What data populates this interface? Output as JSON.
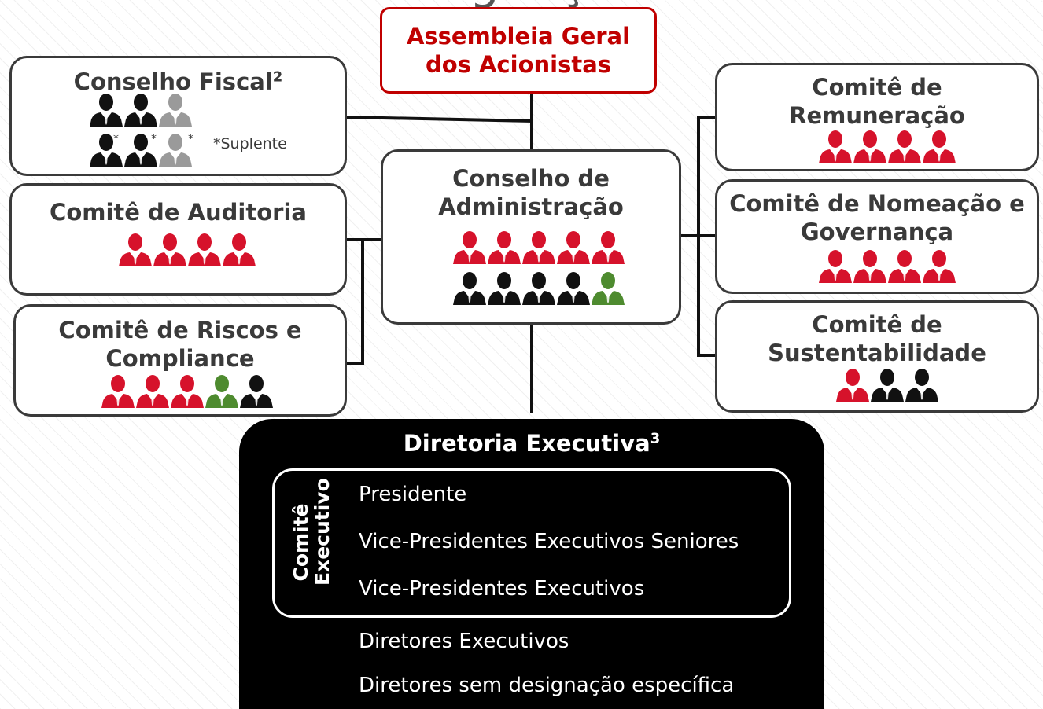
{
  "diagram": {
    "header_partial": "g e ç",
    "assembly": {
      "title": "Assembleia Geral dos Acionistas"
    },
    "fiscal": {
      "title": "Conselho Fiscal",
      "note_marker": "2",
      "alternate_mark": "*",
      "alternate_note": "*Suplente"
    },
    "audit": {
      "title": "Comitê de Auditoria"
    },
    "risk": {
      "title": "Comitê de Riscos e Compliance"
    },
    "board": {
      "title": "Conselho de Administração"
    },
    "remuneration": {
      "title": "Comitê de Remuneração"
    },
    "nomination": {
      "title": "Comitê de Nomeação e Governança"
    },
    "sustainability": {
      "title": "Comitê de Sustentabilidade"
    },
    "executive_board": {
      "title": "Diretoria Executiva",
      "note_marker": "3",
      "committee_label": "Comitê Executivo",
      "committee_roles": [
        "Presidente",
        "Vice-Presidentes Executivos Seniores",
        "Vice-Presidentes Executivos"
      ],
      "other_roles": [
        "Diretores Executivos",
        "Diretores sem designação específica"
      ]
    }
  },
  "colors": {
    "red": "#c00000",
    "person_red": "#d6122b",
    "person_black": "#111111",
    "person_gray": "#9a9a9a",
    "person_green": "#4e8b2f",
    "border": "#3a3a3a"
  },
  "person_icon": "person-bust-icon",
  "members": {
    "fiscal_row1": [
      "black",
      "black",
      "gray"
    ],
    "fiscal_row2": [
      "black",
      "black",
      "gray"
    ],
    "audit": [
      "red",
      "red",
      "red",
      "red"
    ],
    "risk": [
      "red",
      "red",
      "red",
      "green",
      "black"
    ],
    "board_row1": [
      "red",
      "red",
      "red",
      "red",
      "red"
    ],
    "board_row2": [
      "black",
      "black",
      "black",
      "black",
      "green"
    ],
    "remuneration": [
      "red",
      "red",
      "red",
      "red"
    ],
    "nomination": [
      "red",
      "red",
      "red",
      "red"
    ],
    "sustainability": [
      "red",
      "black",
      "black"
    ]
  }
}
